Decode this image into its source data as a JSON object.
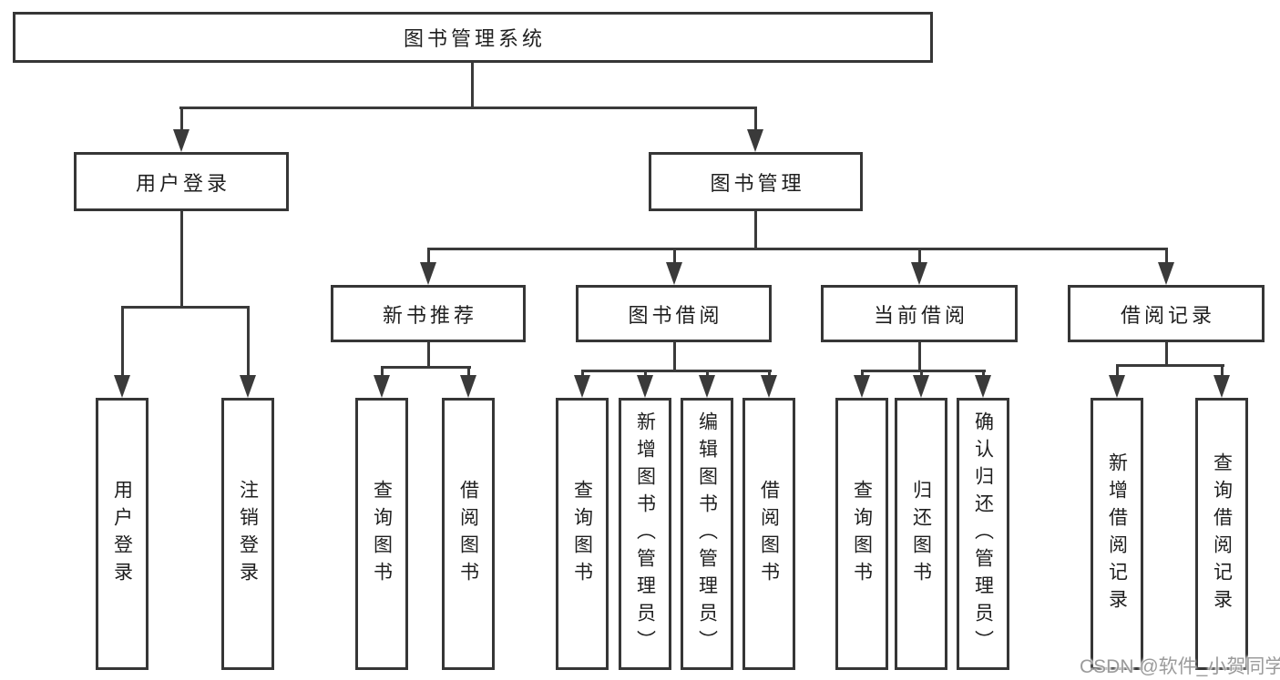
{
  "colors": {
    "background": "#ffffff",
    "line": "#3a3a3a",
    "box_border": "#363636",
    "text": "#1f1f1f",
    "watermark": "#9b9b9b"
  },
  "watermark": {
    "text": "CSDN @软件_小贺同学"
  },
  "tree": {
    "root": {
      "label": "图书管理系统"
    },
    "branches": [
      {
        "label": "用户登录",
        "children": [
          {
            "label": "用户登录"
          },
          {
            "label": "注销登录"
          }
        ]
      },
      {
        "label": "图书管理",
        "children": [
          {
            "label": "新书推荐",
            "children": [
              {
                "label": "查询图书"
              },
              {
                "label": "借阅图书"
              }
            ]
          },
          {
            "label": "图书借阅",
            "children": [
              {
                "label": "查询图书"
              },
              {
                "label": "新增图书（管理员）"
              },
              {
                "label": "编辑图书（管理员）"
              },
              {
                "label": "借阅图书"
              }
            ]
          },
          {
            "label": "当前借阅",
            "children": [
              {
                "label": "查询图书"
              },
              {
                "label": "归还图书"
              },
              {
                "label": "确认归还（管理员）"
              }
            ]
          },
          {
            "label": "借阅记录",
            "children": [
              {
                "label": "新增借阅记录"
              },
              {
                "label": "查询借阅记录"
              }
            ]
          }
        ]
      }
    ]
  }
}
